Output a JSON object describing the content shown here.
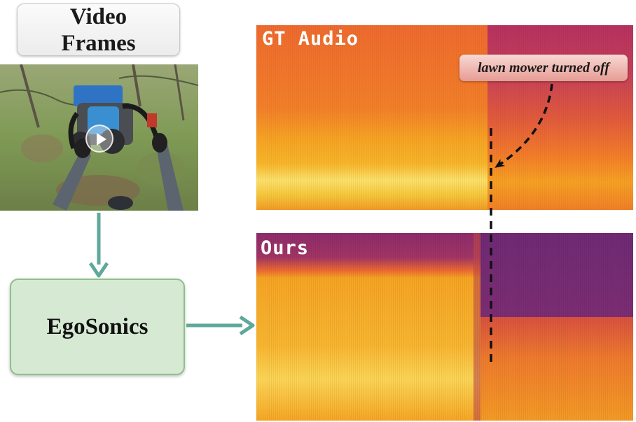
{
  "video_frames": {
    "label": "Video\nFrames"
  },
  "video_thumbnail": {
    "description_icon": "play-icon"
  },
  "model_box": {
    "label": "EgoSonics"
  },
  "spectrograms": {
    "gt": {
      "title": "GT Audio"
    },
    "ours": {
      "title": "Ours"
    }
  },
  "annotation": {
    "text": "lawn mower turned off"
  },
  "colors": {
    "arrow": "#5fa89a",
    "model_fill": "#d6ead3",
    "model_border": "#8dc18a",
    "annotation_fill": "#e69c94",
    "spectrogram_high": "#fcec6c",
    "spectrogram_mid": "#f2862a",
    "spectrogram_low": "#7a1f6e"
  }
}
